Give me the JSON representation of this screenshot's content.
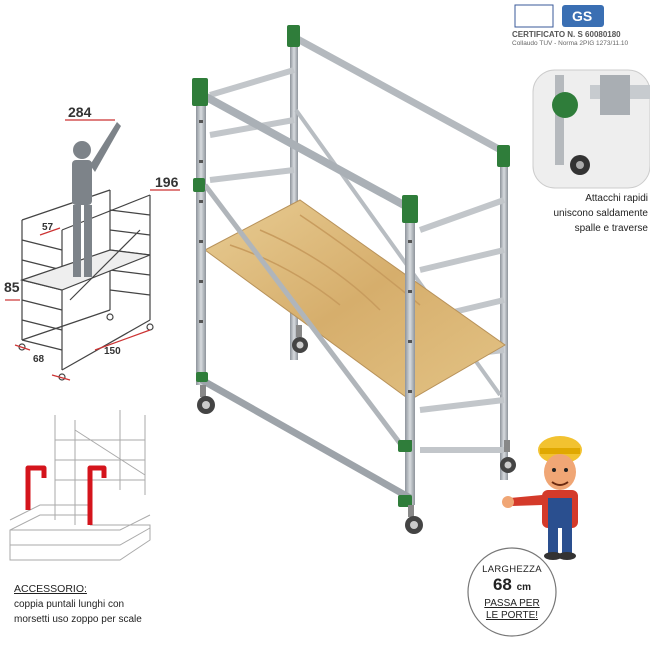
{
  "certificate": {
    "line1": "CERTIFICATO N. S 60080180",
    "line2": "Collaudo TUV - Norma 2PIG 1273/11.10"
  },
  "dimensions": {
    "height_total": "284",
    "height_frame": "196",
    "platform_height": "57",
    "base_height": "85",
    "width": "68",
    "length": "150"
  },
  "callout": {
    "text_line1": "Attacchi rapidi",
    "text_line2": "uniscono saldamente",
    "text_line3": "spalle e traverse"
  },
  "accessory": {
    "title": "ACCESSORIO:",
    "desc_line1": "coppia puntali lunghi con",
    "desc_line2": "morsetti uso zoppo per scale"
  },
  "badge": {
    "line1": "LARGHEZZA",
    "value": "68",
    "unit": "cm",
    "line3": "PASSA PER",
    "line4": "LE PORTE!"
  },
  "colors": {
    "frame": "#a9aeb4",
    "joint": "#2f7d3a",
    "platform": "#d9b779",
    "accessory_red": "#d4141c"
  }
}
